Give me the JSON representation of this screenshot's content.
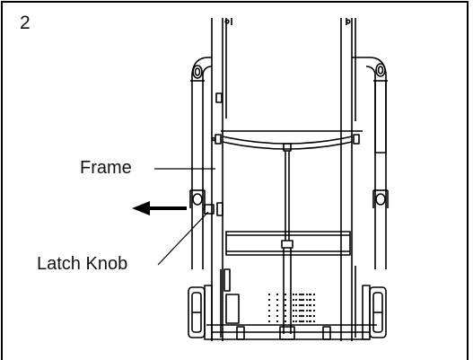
{
  "step_number": "2",
  "labels": {
    "frame": "Frame",
    "latch_knob": "Latch Knob"
  },
  "icons": {
    "arrow": "left-arrow-icon"
  }
}
